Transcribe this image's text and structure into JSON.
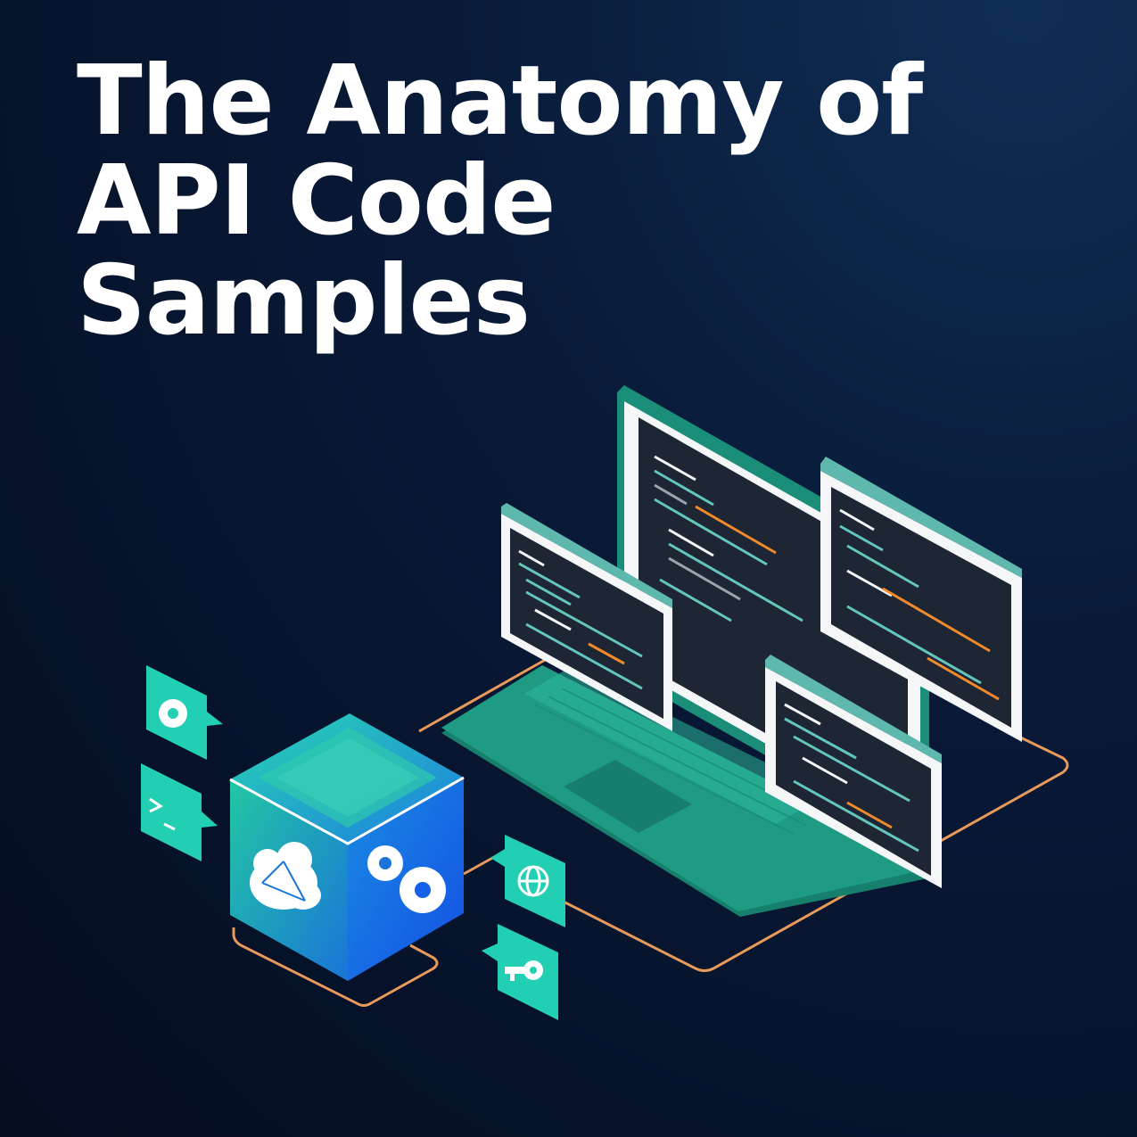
{
  "headline": {
    "lines": [
      "The Anatomy of",
      "API Code",
      "Samples"
    ]
  },
  "illustration": {
    "icons": [
      "gear-icon",
      "terminal-icon",
      "globe-icon",
      "key-icon",
      "cloud-network-icon",
      "gears-icon"
    ],
    "colors": {
      "background": "#071634",
      "teal": "#23cfb3",
      "laptop": "#1f9b84",
      "screen": "#1e2634",
      "window_bar": "#5fb8ae",
      "code_teal": "#62c6bf",
      "code_orange": "#f08a2c",
      "cube_blue": "#1560e8",
      "wire": "#e89a5a"
    }
  }
}
